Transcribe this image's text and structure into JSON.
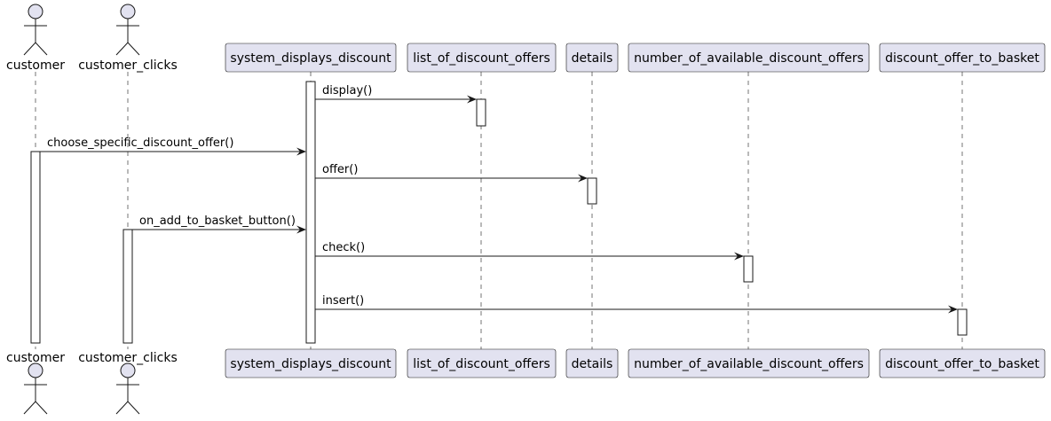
{
  "diagram": {
    "type": "sequence",
    "participants": [
      {
        "id": "customer",
        "label": "customer",
        "kind": "actor"
      },
      {
        "id": "customer_clicks",
        "label": "customer_clicks",
        "kind": "actor"
      },
      {
        "id": "system_displays_discount",
        "label": "system_displays_discount",
        "kind": "participant"
      },
      {
        "id": "list_of_discount_offers",
        "label": "list_of_discount_offers",
        "kind": "participant"
      },
      {
        "id": "details",
        "label": "details",
        "kind": "participant"
      },
      {
        "id": "number_of_available_discount_offers",
        "label": "number_of_available_discount_offers",
        "kind": "participant"
      },
      {
        "id": "discount_offer_to_basket",
        "label": "discount_offer_to_basket",
        "kind": "participant"
      }
    ],
    "messages": [
      {
        "from": "system_displays_discount",
        "to": "list_of_discount_offers",
        "label": "display()"
      },
      {
        "from": "customer",
        "to": "system_displays_discount",
        "label": "choose_specific_discount_offer()"
      },
      {
        "from": "system_displays_discount",
        "to": "details",
        "label": "offer()"
      },
      {
        "from": "customer_clicks",
        "to": "system_displays_discount",
        "label": "on_add_to_basket_button()"
      },
      {
        "from": "system_displays_discount",
        "to": "number_of_available_discount_offers",
        "label": "check()"
      },
      {
        "from": "system_displays_discount",
        "to": "discount_offer_to_basket",
        "label": "insert()"
      }
    ]
  }
}
